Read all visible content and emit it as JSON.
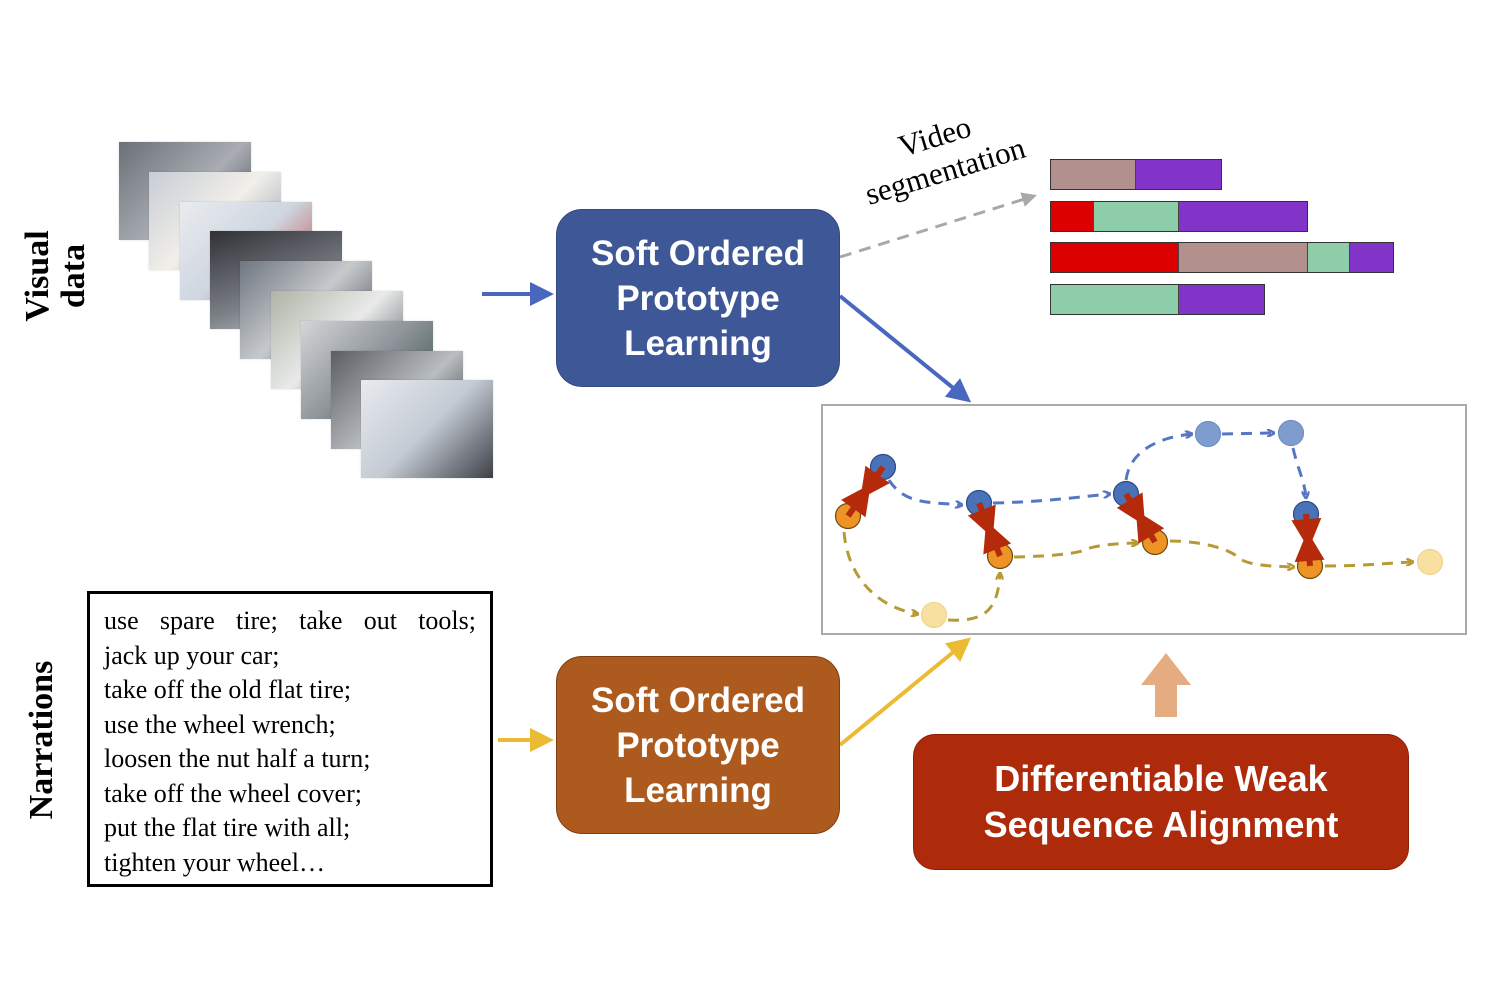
{
  "labels": {
    "visual": [
      "Visual",
      "data"
    ],
    "narrations": "Narrations",
    "video_segmentation": [
      "Video",
      "segmentation"
    ]
  },
  "blocks": {
    "visual_sopl": [
      "Soft Ordered",
      "Prototype",
      "Learning"
    ],
    "text_sopl": [
      "Soft Ordered",
      "Prototype",
      "Learning"
    ],
    "dwsa": [
      "Differentiable Weak",
      "Sequence Alignment"
    ]
  },
  "narration_lines": [
    "use spare tire; take out tools;",
    "jack up your car;",
    "take off the old flat tire;",
    "use the wheel wrench;",
    "loosen the nut half a turn;",
    "take off the wheel cover;",
    "put the flat tire with all;",
    "tighten your wheel…"
  ],
  "colors": {
    "visual_block": "#3e5797",
    "text_block": "#ad5a1f",
    "dwsa_block": "#ad2a0b",
    "visual_arrow": "#4a67c0",
    "text_arrow": "#ecbb34",
    "seg_arrow": "#a8a8a8",
    "up_arrow": "#e5ac82",
    "proto_blue": "#4a72b8",
    "proto_blue_light": "#7f9ccf",
    "proto_orange": "#ee9426",
    "proto_yellow_light": "#f7e0a0",
    "path_blue": "#5676c4",
    "path_gold": "#b89a34",
    "align_red": "#b52a0a"
  },
  "segmentation": {
    "legend_colors": {
      "red": "#dc0000",
      "taupe": "#b1908d",
      "mint": "#8ecdaa",
      "purple": "#8234c8"
    },
    "rows": [
      [
        {
          "c": "taupe",
          "len": 2
        },
        {
          "c": "purple",
          "len": 2
        }
      ],
      [
        {
          "c": "red",
          "len": 1
        },
        {
          "c": "mint",
          "len": 2
        },
        {
          "c": "purple",
          "len": 3
        }
      ],
      [
        {
          "c": "red",
          "len": 3
        },
        {
          "c": "taupe",
          "len": 3
        },
        {
          "c": "mint",
          "len": 1
        },
        {
          "c": "purple",
          "len": 1
        }
      ],
      [
        {
          "c": "mint",
          "len": 3
        },
        {
          "c": "purple",
          "len": 2
        }
      ]
    ]
  },
  "alignment": {
    "visual_prototypes": [
      {
        "id": "v1",
        "tone": "dark"
      },
      {
        "id": "v2",
        "tone": "dark"
      },
      {
        "id": "v3",
        "tone": "dark"
      },
      {
        "id": "v4",
        "tone": "light"
      },
      {
        "id": "v5",
        "tone": "light"
      },
      {
        "id": "v6",
        "tone": "dark"
      }
    ],
    "text_prototypes": [
      {
        "id": "t1",
        "tone": "dark"
      },
      {
        "id": "t2",
        "tone": "light"
      },
      {
        "id": "t3",
        "tone": "dark"
      },
      {
        "id": "t4",
        "tone": "dark"
      },
      {
        "id": "t5",
        "tone": "dark"
      },
      {
        "id": "t6",
        "tone": "light"
      }
    ],
    "matches": [
      [
        "v1",
        "t1"
      ],
      [
        "v2",
        "t3"
      ],
      [
        "v3",
        "t4"
      ],
      [
        "v6",
        "t5"
      ]
    ]
  }
}
